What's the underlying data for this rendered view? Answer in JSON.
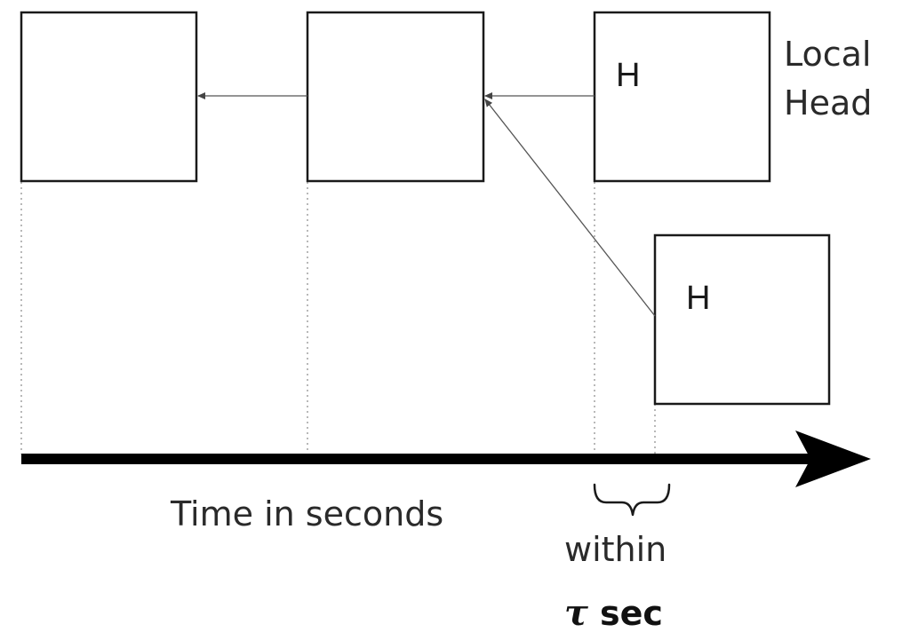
{
  "blocks": [
    {
      "id": "block-1",
      "label": ""
    },
    {
      "id": "block-2",
      "label": ""
    },
    {
      "id": "block-3",
      "label": "H"
    },
    {
      "id": "block-4",
      "label": "H"
    }
  ],
  "annotations": {
    "local_head_line1": "Local",
    "local_head_line2": "Head"
  },
  "axis": {
    "caption": "Time in seconds"
  },
  "interval": {
    "within_label": "within",
    "tau_symbol": "τ",
    "sec_label": "sec"
  },
  "colors": {
    "stroke": "#1a1a1a",
    "axis": "#000000",
    "background": "#ffffff"
  }
}
